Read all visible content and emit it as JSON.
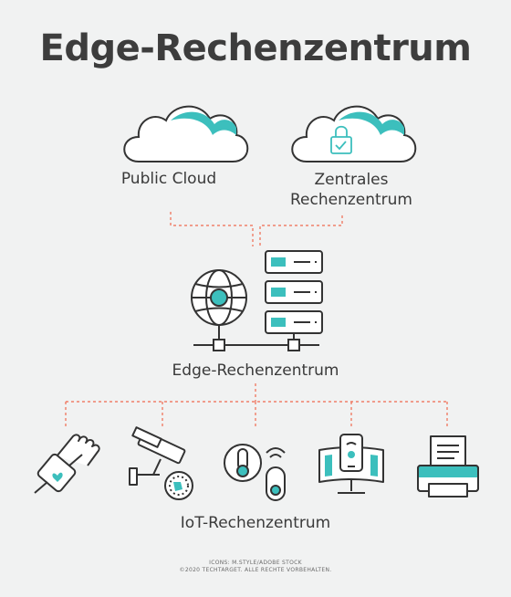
{
  "title": "Edge-Rechenzentrum",
  "nodes": {
    "public_cloud": "Public Cloud",
    "central_line1": "Zentrales",
    "central_line2": "Rechenzentrum",
    "edge": "Edge-Rechenzentrum",
    "iot": "IoT-Rechenzentrum"
  },
  "credits": {
    "line1": "ICONS: M.STYLE/ADOBE STOCK",
    "line2": "©2020 TECHTARGET. ALLE RECHTE VORBEHALTEN."
  },
  "colors": {
    "background": "#f1f2f2",
    "accent": "#3cbfbd",
    "stroke": "#333333",
    "connector": "#ef6a4f"
  },
  "icons": [
    "cloud-icon",
    "secure-cloud-icon",
    "globe-icon",
    "server-rack-icon",
    "wearable-icon",
    "security-camera-icon",
    "smart-thermostat-icon",
    "curved-monitor-icon",
    "printer-icon"
  ]
}
